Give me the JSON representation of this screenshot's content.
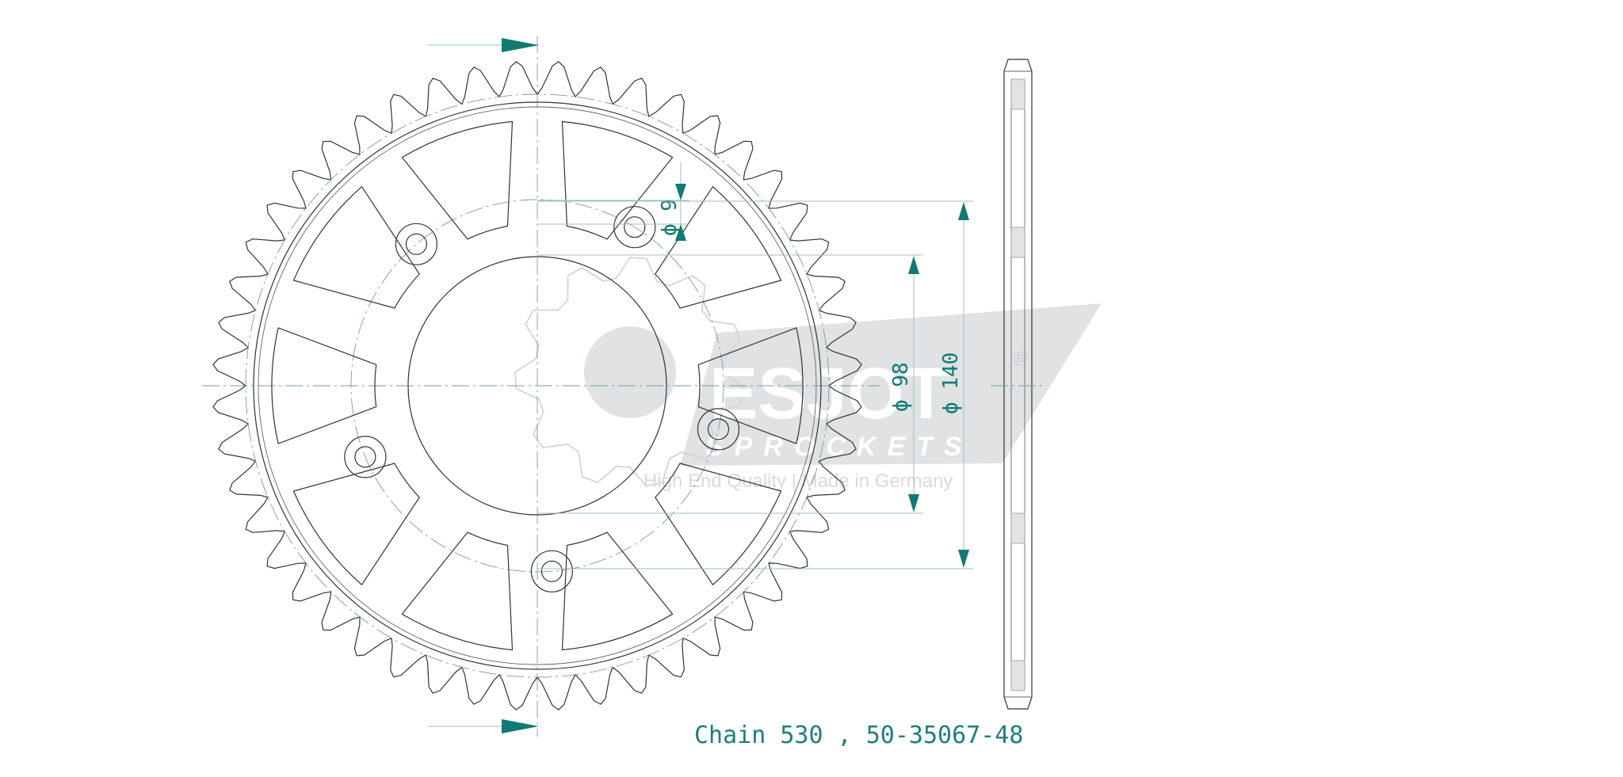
{
  "dimensions": {
    "bolt_hole": "ϕ 9",
    "bolt_circle": "ϕ 98",
    "outer_circle": "ϕ 140"
  },
  "caption": "Chain 530 , 50-35067-48",
  "watermark": {
    "brand": "ESJOT",
    "sub": "SPROCKETS",
    "tagline": "High End Quality | Made in Germany",
    "registered": "®"
  },
  "colors": {
    "accent": "#117a72",
    "line": "#333333",
    "watermark": "#cfd2d4"
  }
}
